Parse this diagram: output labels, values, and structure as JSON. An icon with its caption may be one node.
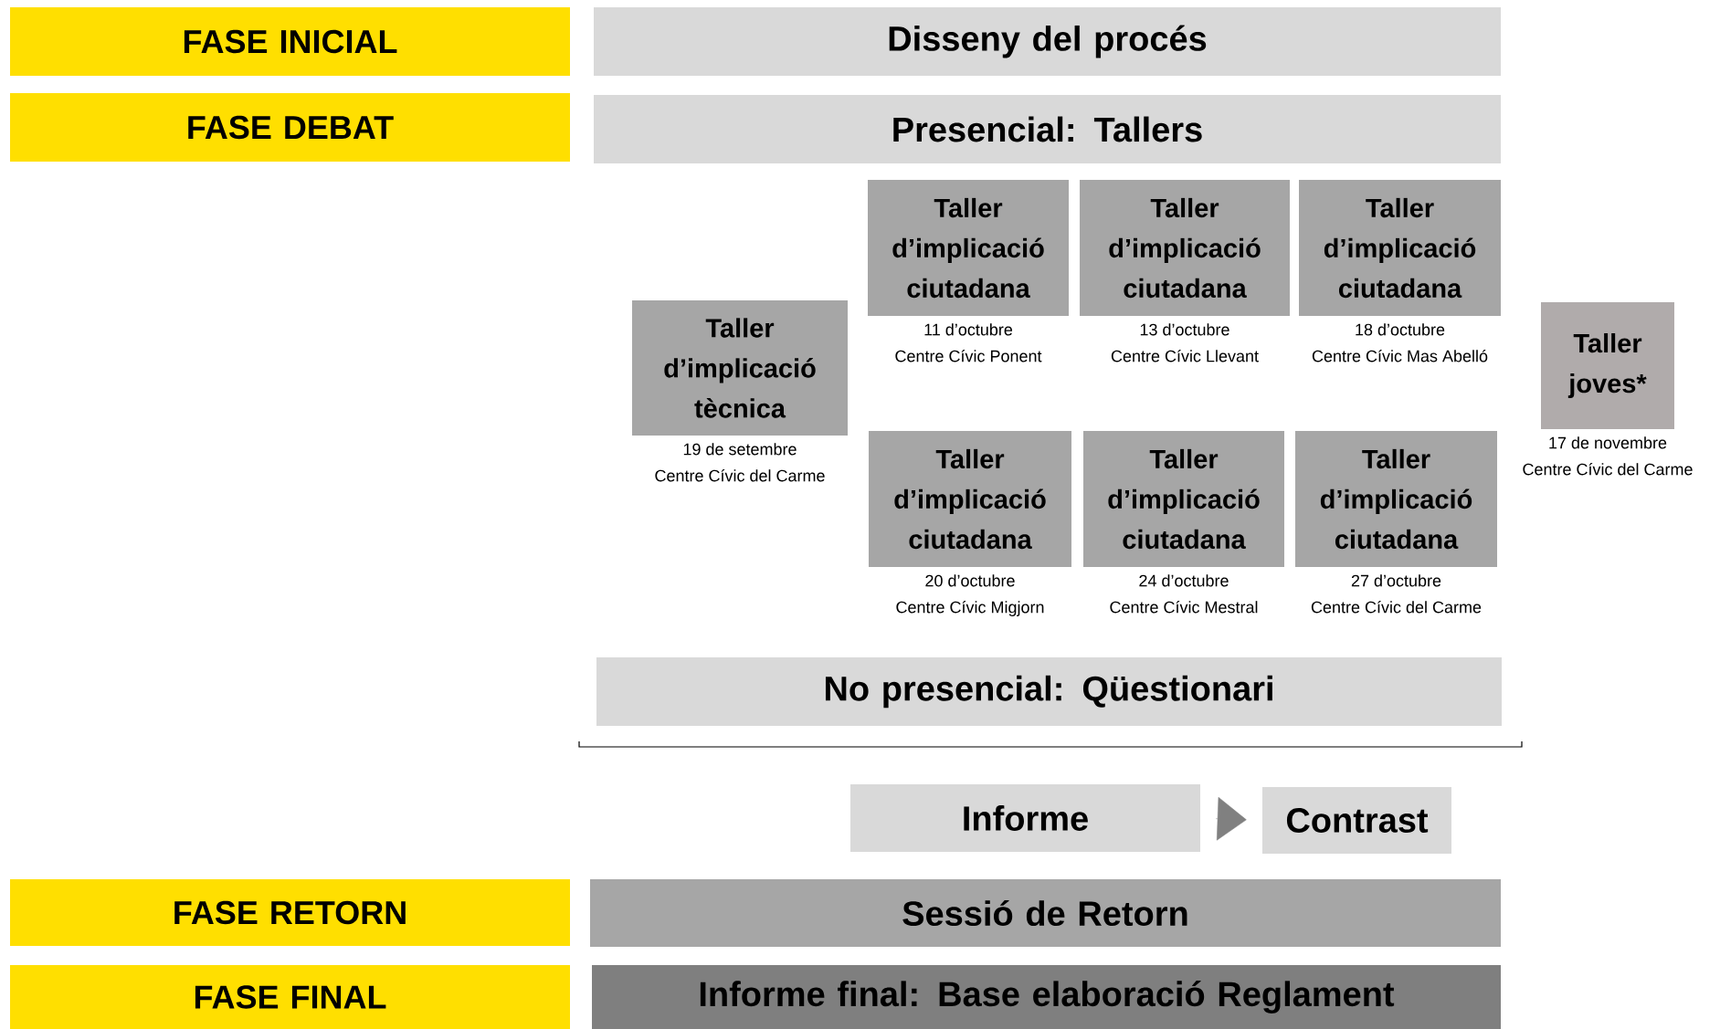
{
  "diagram": {
    "nodes": [
      {
        "text": [
          "FASE INICIAL"
        ]
      },
      {
        "text": [
          "Disseny del procés"
        ]
      },
      {
        "text": [
          "FASE DEBAT"
        ]
      },
      {
        "text": [
          "Presencial: Tallers"
        ]
      },
      {
        "text": [
          "Taller d’implicació ciutadana"
        ],
        "beside": [
          "11 d’octubre",
          "Centre Cívic Ponent"
        ]
      },
      {
        "text": [
          "Taller d’implicació ciutadana"
        ],
        "beside": [
          "13 d’octubre",
          "Centre Cívic Llevant"
        ]
      },
      {
        "text": [
          "Taller d’implicació ciutadana"
        ],
        "beside": [
          "18 d’octubre",
          "Centre Cívic Mas Abelló"
        ]
      },
      {
        "text": [
          "Taller d’implicació tècnica"
        ],
        "beside": [
          "19 de setembre",
          "Centre Cívic del Carme"
        ]
      },
      {
        "text": [
          "Taller joves*"
        ],
        "beside": [
          "17 de novembre",
          "Centre Cívic del Carme"
        ]
      },
      {
        "text": [
          "Taller d’implicació ciutadana"
        ],
        "beside": [
          "20 d’octubre",
          "Centre Cívic Migjorn"
        ]
      },
      {
        "text": [
          "Taller d’implicació ciutadana"
        ],
        "beside": [
          "24 d’octubre",
          "Centre Cívic Mestral"
        ]
      },
      {
        "text": [
          "Taller d’implicació ciutadana"
        ],
        "beside": [
          "27 d’octubre",
          "Centre Cívic del Carme"
        ]
      },
      {
        "text": [
          "No presencial: Qüestionari"
        ]
      },
      {
        "text": [
          "Informe"
        ]
      },
      {
        "text": [
          "Contrast"
        ]
      },
      {
        "text": [
          "FASE RETORN"
        ]
      },
      {
        "text": [
          "Sessió de Retorn"
        ]
      },
      {
        "text": [
          "FASE FINAL"
        ]
      },
      {
        "text": [
          "Informe final: Base elaboració Reglament"
        ]
      }
    ],
    "edges": [
      {
        "from": 13,
        "to": 14,
        "arrow": "to"
      }
    ]
  }
}
